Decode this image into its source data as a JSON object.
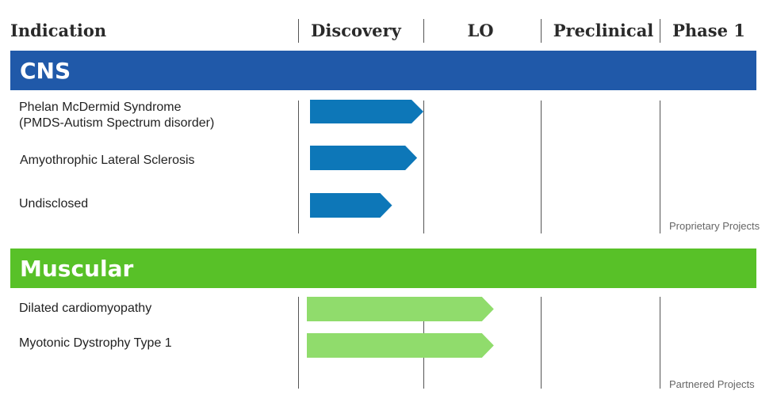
{
  "header": {
    "indication": "Indication",
    "phases": [
      "Discovery",
      "LO",
      "Preclinical",
      "Phase 1"
    ]
  },
  "colors": {
    "cns_band": "#2059a9",
    "cns_bar": "#0d77b8",
    "muscular_band": "#58c128",
    "muscular_bar": "#90dc6c",
    "grid": "#555555"
  },
  "sections": [
    {
      "name": "CNS",
      "note": "Proprietary Projects",
      "rows": [
        {
          "lines": [
            "Phelan McDermid Syndrome",
            "(PMDS-Autism Spectrum disorder)"
          ]
        },
        {
          "lines": [
            "Amyothrophic Lateral Sclerosis"
          ]
        },
        {
          "lines": [
            "Undisclosed"
          ]
        }
      ]
    },
    {
      "name": "Muscular",
      "note": "Partnered Projects",
      "rows": [
        {
          "lines": [
            "Dilated cardiomyopathy"
          ]
        },
        {
          "lines": [
            "Myotonic Dystrophy Type 1"
          ]
        }
      ]
    }
  ],
  "chart_data": {
    "type": "bar",
    "orientation": "horizontal",
    "x_stages": [
      "Discovery",
      "LO",
      "Preclinical",
      "Phase 1"
    ],
    "xlim_stages": [
      0,
      4
    ],
    "categories": [
      "Phelan McDermid Syndrome (PMDS-Autism Spectrum disorder)",
      "Amyothrophic Lateral Sclerosis",
      "Undisclosed",
      "Dilated cardiomyopathy",
      "Myotonic Dystrophy Type 1"
    ],
    "groups": [
      "CNS",
      "CNS",
      "CNS",
      "Muscular",
      "Muscular"
    ],
    "progress_stages": [
      1.0,
      0.95,
      0.75,
      1.6,
      1.6
    ]
  }
}
